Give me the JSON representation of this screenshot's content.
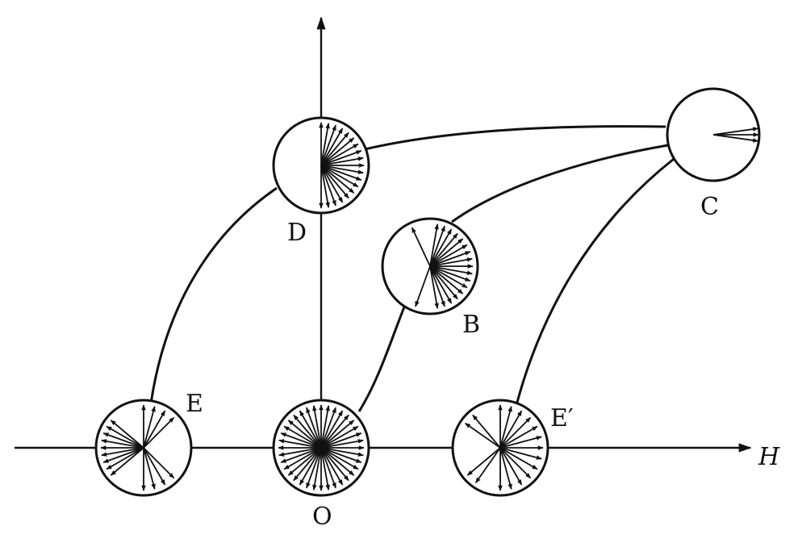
{
  "diagram": {
    "ink_color": "#111111",
    "axis_h_label": "H",
    "nodes": [
      {
        "id": "O",
        "label": "O",
        "fan": "full"
      },
      {
        "id": "E",
        "label": "E",
        "fan": "partial"
      },
      {
        "id": "E_prime",
        "label": "E′",
        "fan": "partial"
      },
      {
        "id": "D",
        "label": "D",
        "fan": "right-half"
      },
      {
        "id": "B",
        "label": "B",
        "fan": "right-sector"
      },
      {
        "id": "C",
        "label": "C",
        "fan": "narrow"
      }
    ],
    "curves": [
      {
        "from": "E",
        "to": "D"
      },
      {
        "from": "O",
        "to": "B"
      },
      {
        "from": "E_prime",
        "to": "C"
      },
      {
        "from": "D",
        "to": "C"
      },
      {
        "from": "B",
        "to": "C"
      }
    ]
  }
}
